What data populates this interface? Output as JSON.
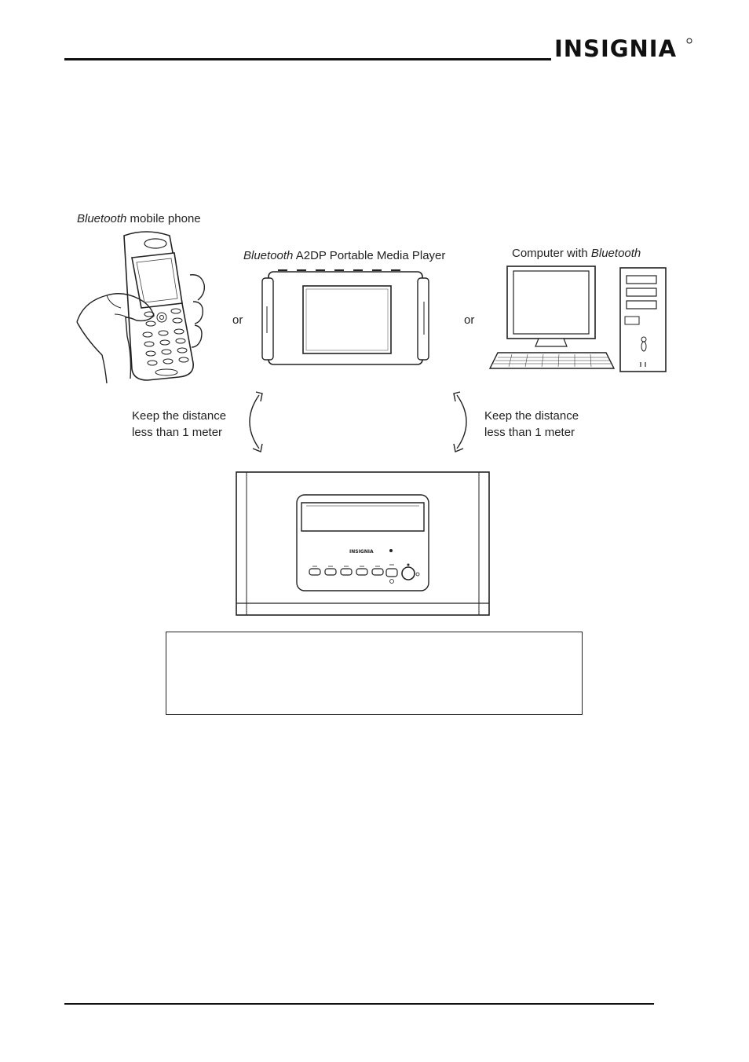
{
  "header": {
    "brand_logo": "INSIGNIA"
  },
  "diagram": {
    "phone": {
      "label_italic": "Bluetooth",
      "label_rest": " mobile phone"
    },
    "media_player": {
      "label_italic": "Bluetooth",
      "label_rest": " A2DP Portable Media Player"
    },
    "computer": {
      "label_rest": "Computer with ",
      "label_italic": "Bluetooth"
    },
    "or_left": "or",
    "or_right": "or",
    "distance_left": {
      "line1": "Keep the distance",
      "line2": "less than 1 meter"
    },
    "distance_right": {
      "line1": "Keep the distance",
      "line2": "less than 1 meter"
    },
    "speaker_brand": "INSIGNIA"
  },
  "icons": {
    "arrow": "curved-double-arrow-icon"
  }
}
